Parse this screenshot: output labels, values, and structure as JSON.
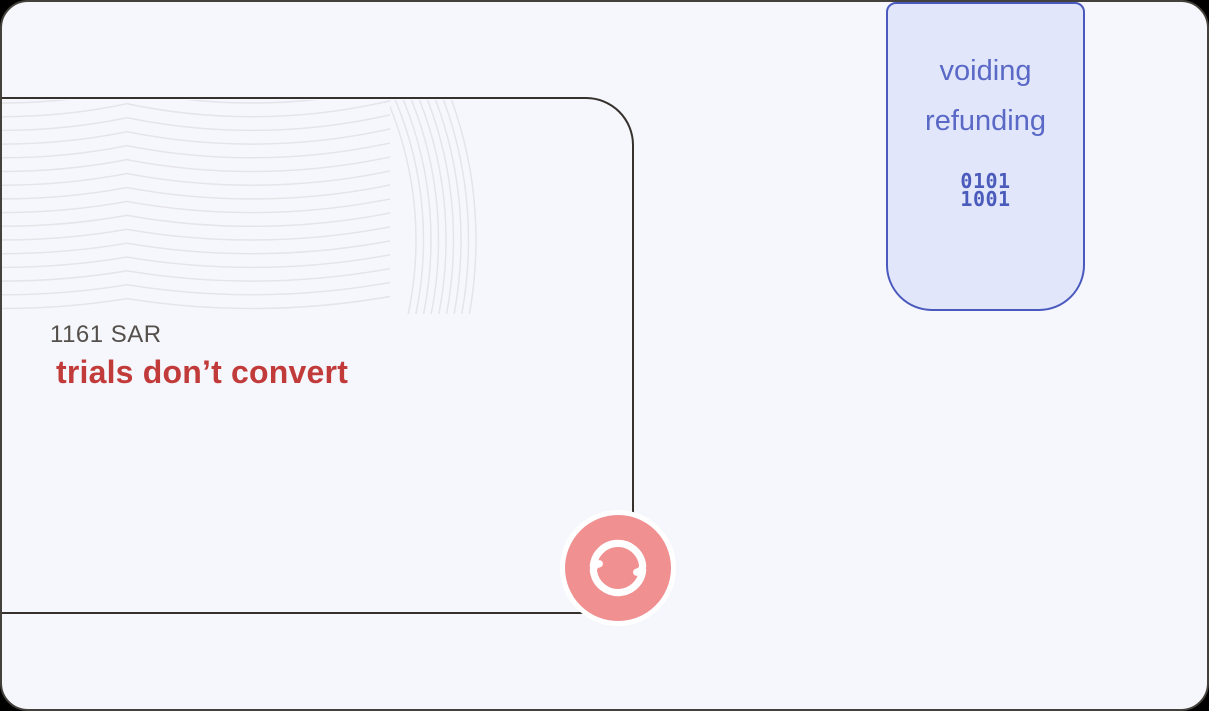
{
  "board": {
    "background": "#F6F7FC",
    "border_color": "#44403B"
  },
  "metric_card": {
    "border_color": "#36312D",
    "amount": "1161 SAR",
    "amount_color": "#55504C",
    "title": "trials don’t convert",
    "title_color": "#C23B3B",
    "ripple_color": "#E5E4E8",
    "refresh_icon": {
      "background": "#F19091",
      "ring": "#FFFFFF",
      "glyph": "#FFFFFF"
    }
  },
  "tag_pill": {
    "background": "#E1E6FB",
    "border_color": "#4A59BD",
    "text_color": "#5A69C6",
    "labels": [
      "voiding",
      "refunding"
    ],
    "binary_lines": [
      "0101",
      "1001"
    ],
    "binary_color": "#4A5BBB"
  }
}
